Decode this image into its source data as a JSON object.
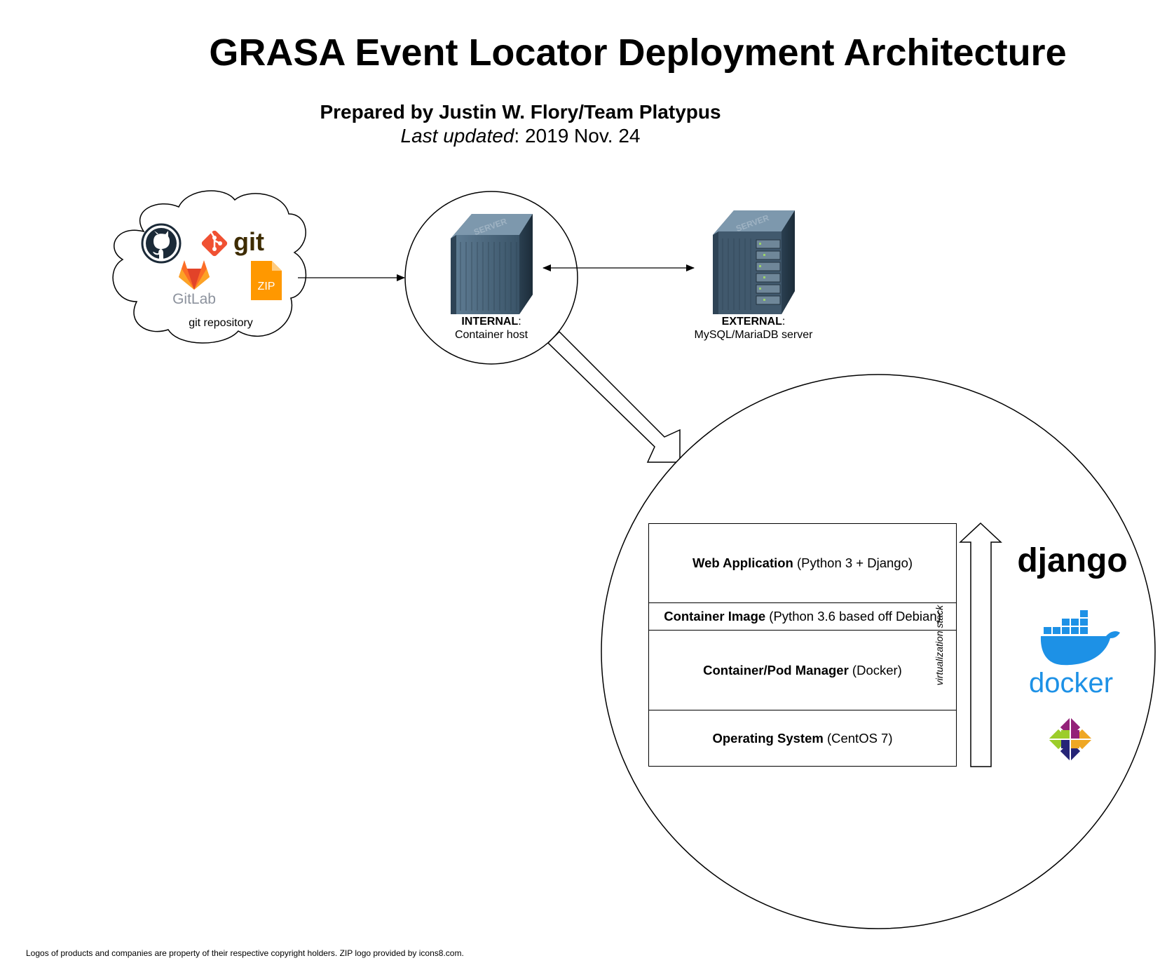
{
  "title": "GRASA Event Locator Deployment Architecture",
  "subtitle": "Prepared by Justin W. Flory/Team Platypus",
  "last_updated": {
    "label": "Last updated",
    "separator": ": ",
    "value": "2019 Nov. 24"
  },
  "nodes": {
    "repository": {
      "caption": "git repository",
      "logos": {
        "github": "github-icon",
        "git": {
          "icon": "git-icon",
          "text": "git"
        },
        "gitlab": {
          "icon": "gitlab-icon",
          "text": "GitLab"
        },
        "zip": {
          "icon": "zip-file-icon",
          "text": "ZIP"
        }
      }
    },
    "internal": {
      "label": "INTERNAL",
      "colon": ":",
      "caption": "Container host",
      "server_text": "SERVER"
    },
    "external": {
      "label": "EXTERNAL",
      "colon": ":",
      "caption": "MySQL/MariaDB server",
      "server_text": "SERVER"
    }
  },
  "stack": {
    "layers": [
      {
        "bold": "Web Application",
        "rest": " (Python 3 + Django)"
      },
      {
        "bold": "Container Image",
        "rest": " (Python 3.6 based off Debian)"
      },
      {
        "bold": "Container/Pod Manager",
        "rest": " (Docker)"
      },
      {
        "bold": "Operating System",
        "rest": " (CentOS 7)"
      }
    ],
    "arrow_label": "virtualization stack",
    "logos": {
      "django": "django",
      "docker": "docker",
      "centos": "centos-icon"
    }
  },
  "colors": {
    "line": "#000000",
    "server_dark": "#2e4355",
    "server_mid": "#4f6a80",
    "server_light": "#7d98ad",
    "github": "#1b2a38",
    "git": "#f05133",
    "git_text": "#3e2c00",
    "gitlab_orange": "#fc6d26",
    "gitlab_red": "#e24329",
    "gitlab_text": "#8c929d",
    "zip": "#ff9800",
    "docker_blue": "#1d91e6",
    "django_black": "#000000",
    "centos_yellow": "#efa724",
    "centos_green": "#9ccd2a",
    "centos_blue": "#262577",
    "centos_purple": "#932279"
  },
  "footer": "Logos of products and companies are property of their respective copyright holders. ZIP logo provided by icons8.com."
}
